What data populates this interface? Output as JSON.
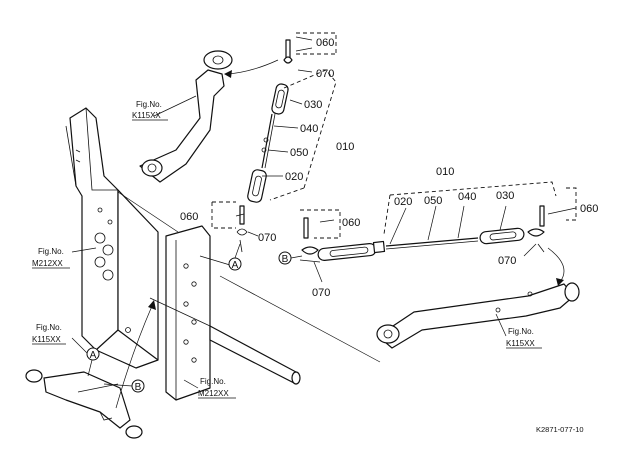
{
  "diagram": {
    "parts": {
      "p010_upper": "010",
      "p010_right": "010",
      "p020_upper": "020",
      "p020_right": "020",
      "p030_upper": "030",
      "p030_right": "030",
      "p040_upper": "040",
      "p040_right": "040",
      "p050_upper": "050",
      "p050_right": "050",
      "p060_top": "060",
      "p060_left": "060",
      "p060_mid": "060",
      "p060_right": "060",
      "p070_top": "070",
      "p070_left": "070",
      "p070_bottom": "070",
      "p070_right": "070"
    },
    "fig_refs": {
      "top_label": "Fig.No.",
      "top_code": "K115XX",
      "mid_label": "Fig.No.",
      "mid_code": "M212XX",
      "lowleft_label": "Fig.No.",
      "lowleft_code": "K115XX",
      "bottom_label": "Fig.No.",
      "bottom_code": "M212XX",
      "right_label": "Fig.No.",
      "right_code": "K115XX"
    },
    "markers": {
      "a_upper": "A",
      "b_right": "B",
      "a_lower": "A",
      "b_lower": "B"
    },
    "drawing_code": "K2871-077-10"
  }
}
